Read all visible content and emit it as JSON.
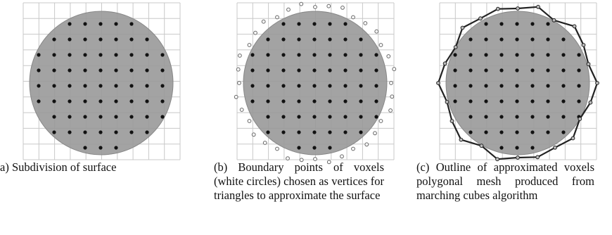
{
  "figure": {
    "panels": [
      {
        "id": "a",
        "caption": "a) Subdivision of surface",
        "shows_white_boundary_points": false,
        "shows_outline_mesh": false
      },
      {
        "id": "b",
        "caption": "(b) Boundary points of voxels (white circles) chosen as vertices for triangles to approximate the surface",
        "shows_white_boundary_points": true,
        "shows_outline_mesh": false
      },
      {
        "id": "c",
        "caption": "(c) Outline of approximated voxels polygonal mesh produced from marching cubes algorithm",
        "shows_white_boundary_points": false,
        "shows_outline_mesh": true
      }
    ],
    "colors": {
      "disc_fill": "#999999",
      "disc_edge": "#888888",
      "grid_line": "#c8c8c8",
      "voxel_point": "#111111",
      "boundary_point_fill": "#ffffff",
      "boundary_point_edge": "#666666",
      "mesh_line": "#222222"
    }
  }
}
